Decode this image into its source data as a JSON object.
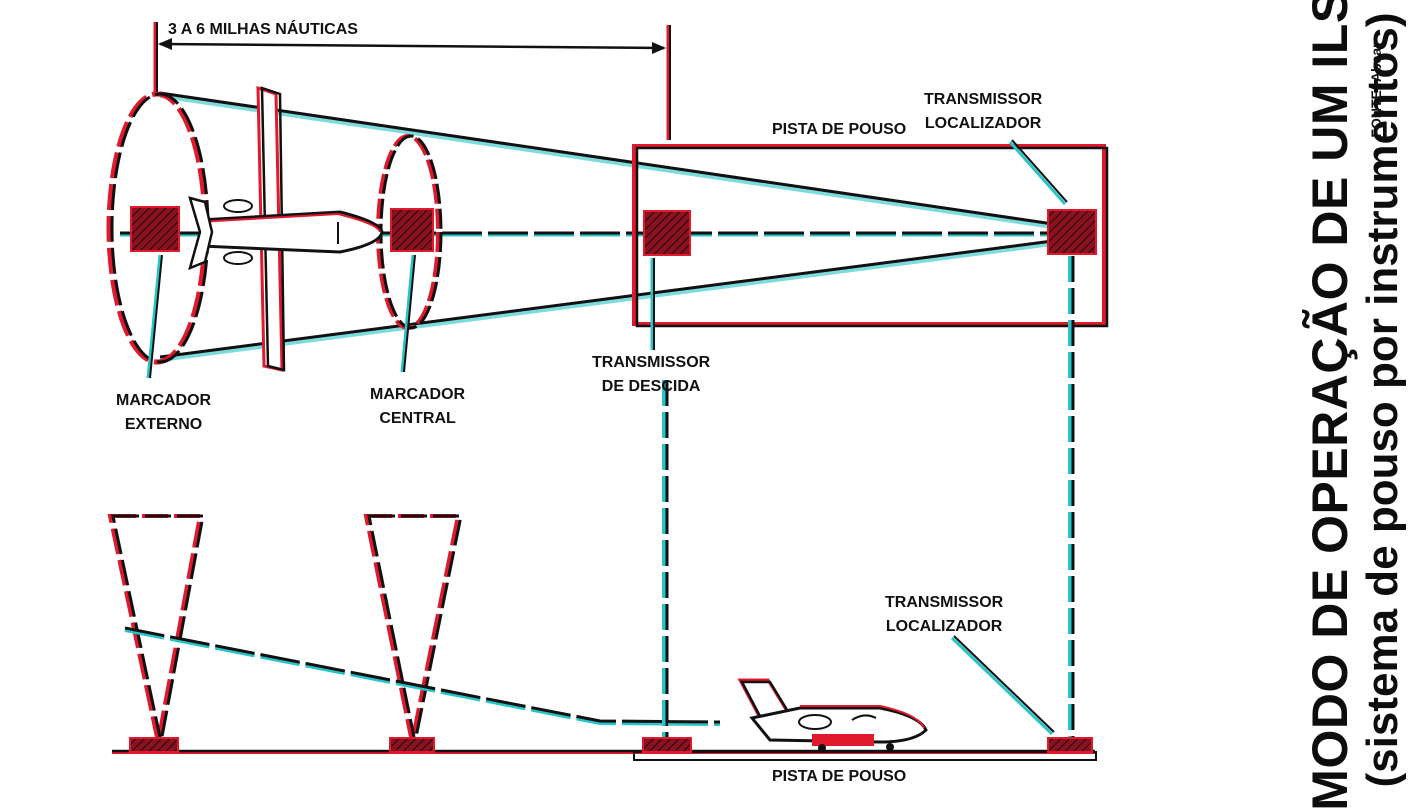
{
  "title": "MODO DE OPERAÇÃO DE UM ILS",
  "subtitle": "(sistema de pouso por instrumentos)",
  "source": "FONTE: Abear",
  "colors": {
    "ink": "#111111",
    "accent": "#e0192c",
    "cyan": "#28c4c8",
    "background": "#ffffff"
  },
  "top_view": {
    "distance_label": "3 A 6 MILHAS NÁUTICAS",
    "runway_label": "PISTA DE POUSO",
    "localizer_label": [
      "TRANSMISSOR",
      "LOCALIZADOR"
    ],
    "glide_label": [
      "TRANSMISSOR",
      "DE DESCIDA"
    ],
    "outer_marker_label": [
      "MARCADOR",
      "EXTERNO"
    ],
    "middle_marker_label": [
      "MARCADOR",
      "CENTRAL"
    ]
  },
  "side_view": {
    "localizer_label": [
      "TRANSMISSOR",
      "LOCALIZADOR"
    ],
    "runway_label": "PISTA DE POUSO"
  }
}
